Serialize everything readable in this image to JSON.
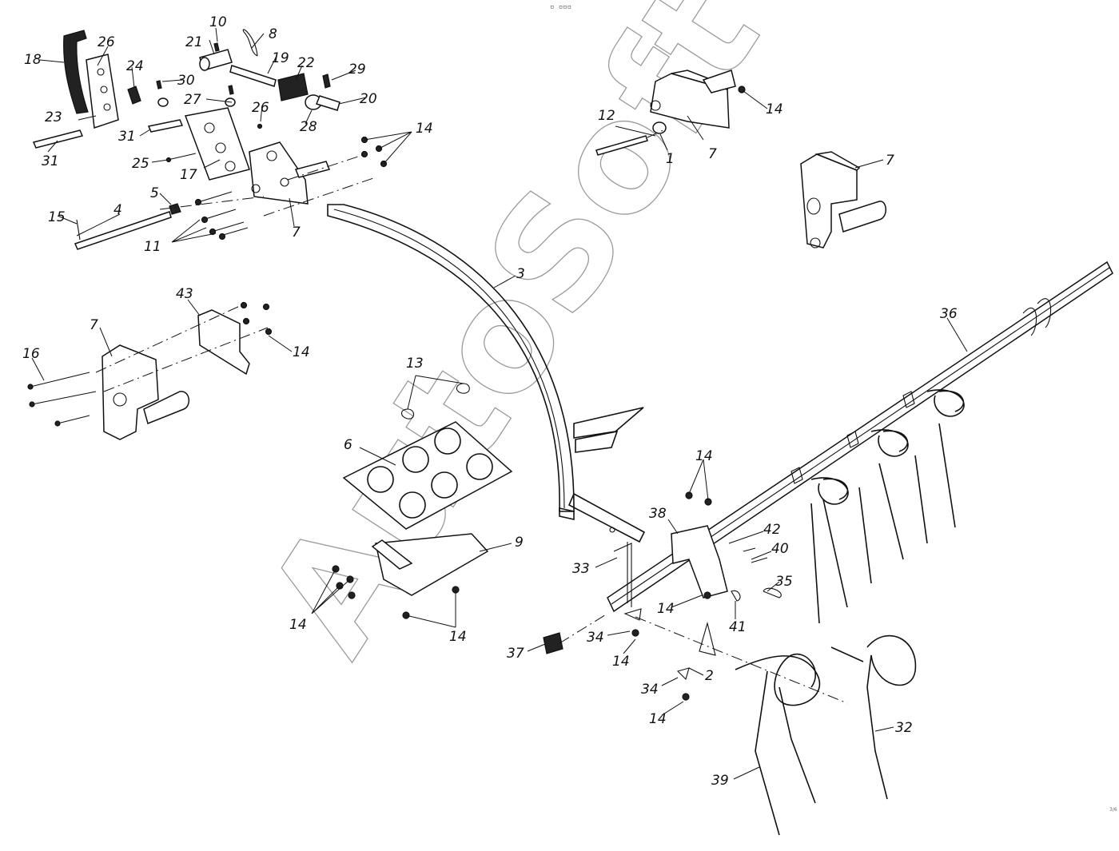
{
  "header_mark": "▫ ▫▫▫",
  "watermark": "AutoSoft",
  "page_code": "3/6",
  "labels": {
    "l1": "1",
    "l2": "2",
    "l3": "3",
    "l4": "4",
    "l5": "5",
    "l6": "6",
    "l7": "7",
    "l8": "8",
    "l9": "9",
    "l10": "10",
    "l11": "11",
    "l12": "12",
    "l13": "13",
    "l14": "14",
    "l15": "15",
    "l16": "16",
    "l17": "17",
    "l18": "18",
    "l19": "19",
    "l20": "20",
    "l21": "21",
    "l22": "22",
    "l23": "23",
    "l24": "24",
    "l25": "25",
    "l26": "26",
    "l27": "27",
    "l28": "28",
    "l29": "29",
    "l30": "30",
    "l31": "31",
    "l32": "32",
    "l33": "33",
    "l34": "34",
    "l35": "35",
    "l36": "36",
    "l37": "37",
    "l38": "38",
    "l39": "39",
    "l40": "40",
    "l41": "41",
    "l42": "42",
    "l43": "43"
  }
}
